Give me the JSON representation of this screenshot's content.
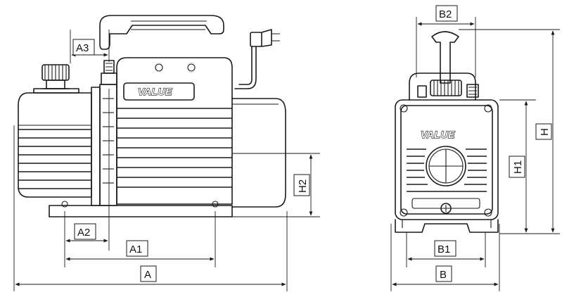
{
  "brand": "VALUE",
  "dimensions": {
    "A": "A",
    "A1": "A1",
    "A2": "A2",
    "A3": "A3",
    "B": "B",
    "B1": "B1",
    "B2": "B2",
    "H": "H",
    "H1": "H1",
    "H2": "H2"
  },
  "colors": {
    "line": "#1a1a1a",
    "background": "#ffffff"
  }
}
